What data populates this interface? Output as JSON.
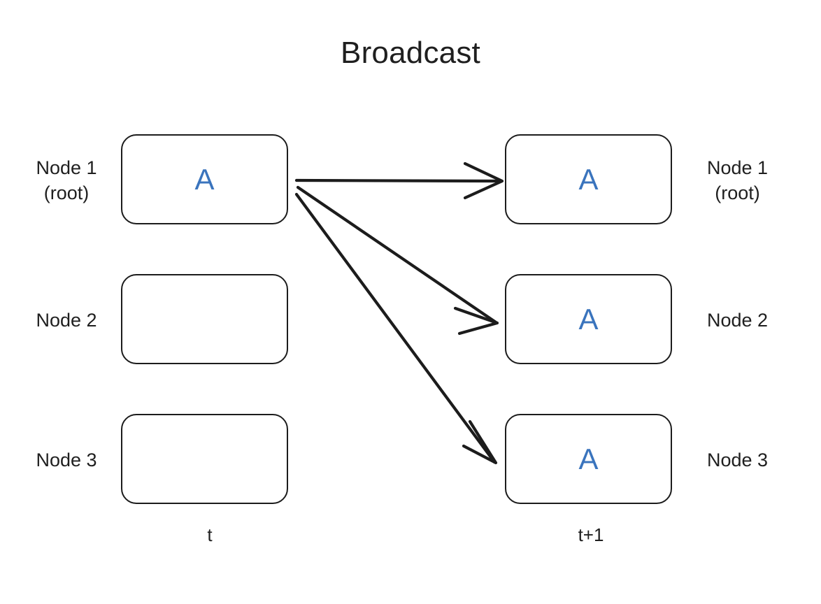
{
  "title": "Broadcast",
  "colors": {
    "payload_blue": "#3a74bd",
    "stroke_black": "#1c1c1c",
    "text_black": "#1f1f1f",
    "background": "#ffffff"
  },
  "timeline": {
    "left_label": "t",
    "right_label": "t+1"
  },
  "columns": [
    {
      "time": "t",
      "nodes": [
        {
          "label": "Node 1\n(root)",
          "payload": "A"
        },
        {
          "label": "Node 2",
          "payload": ""
        },
        {
          "label": "Node 3",
          "payload": ""
        }
      ]
    },
    {
      "time": "t+1",
      "nodes": [
        {
          "label": "Node 1\n(root)",
          "payload": "A"
        },
        {
          "label": "Node 2",
          "payload": "A"
        },
        {
          "label": "Node 3",
          "payload": "A"
        }
      ]
    }
  ],
  "arrows": [
    {
      "from": "t.node-1",
      "to": "t+1.node-1",
      "style": "open-arrowhead"
    },
    {
      "from": "t.node-1",
      "to": "t+1.node-2",
      "style": "open-arrowhead"
    },
    {
      "from": "t.node-1",
      "to": "t+1.node-3",
      "style": "open-arrowhead"
    }
  ]
}
